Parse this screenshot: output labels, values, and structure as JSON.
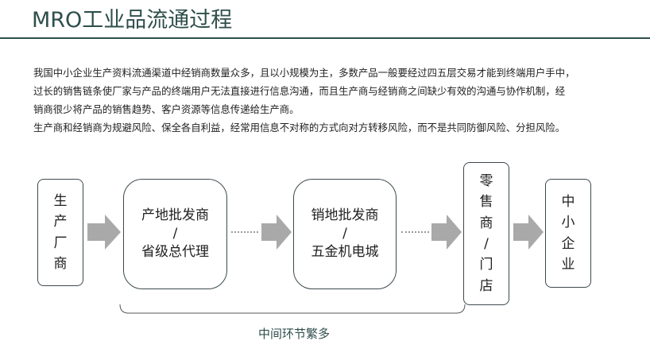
{
  "header": {
    "title": "MRO工业品流通过程"
  },
  "intro": {
    "lines": [
      "我国中小企业生产资料流通渠道中经销商数量众多，且以小规模为主，多数产品一般要经过四五层交易才能到终端用户手中，",
      "过长的销售链条使厂家与产品的终端用户无法直接进行信息沟通，而且生产商与经销商之间缺少有效的沟通与协作机制，经",
      "销商很少将产品的销售趋势、客户资源等信息传递给生产商。",
      "生产商和经销商为规避风险、保全各自利益，经常用信息不对称的方式向对方转移风险，而不是共同防御风险、分担风险。"
    ]
  },
  "flow": {
    "nodes": [
      {
        "id": "manufacturer",
        "label": "生\n产\n厂\n商"
      },
      {
        "id": "origin-wholesaler",
        "label": "产地批发商\n/\n省级总代理"
      },
      {
        "id": "sales-wholesaler",
        "label": "销地批发商\n/\n五金机电城"
      },
      {
        "id": "retailer",
        "label": "零\n售\n商\n/\n门\n店"
      },
      {
        "id": "sme",
        "label": "中\n小\n企\n业"
      }
    ],
    "bracket_label": "中间环节繁多"
  },
  "colors": {
    "title": "#2f4f4b",
    "border": "#3d4a4e",
    "arrow": "#a9a9a9"
  }
}
